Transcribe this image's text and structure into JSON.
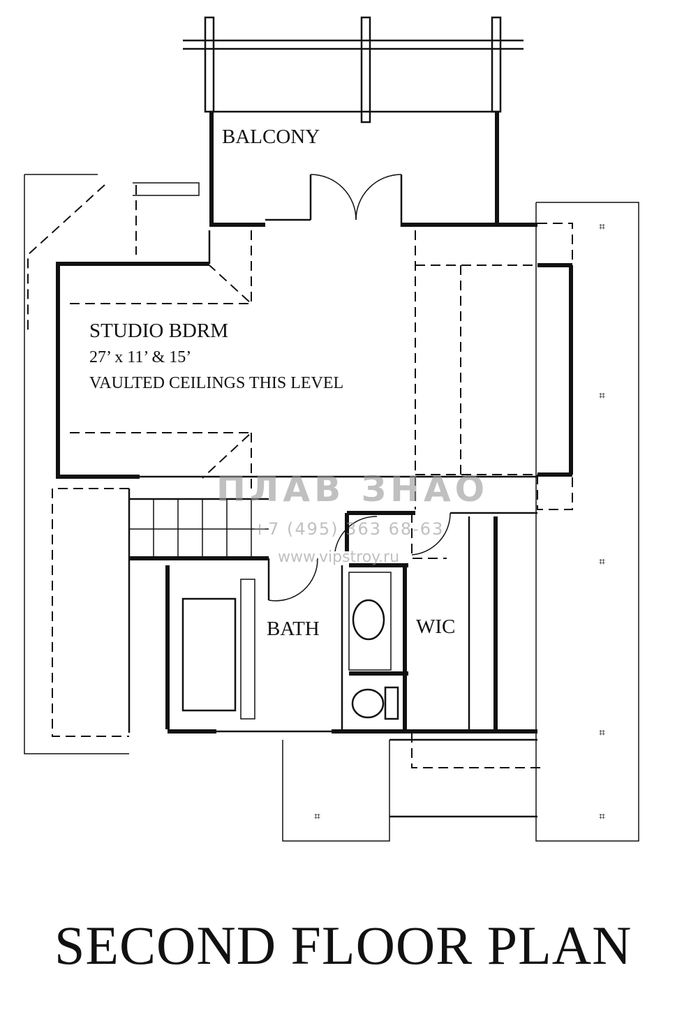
{
  "plan": {
    "title": "SECOND FLOOR PLAN",
    "rooms": {
      "balcony": "BALCONY",
      "studio": "STUDIO BDRM",
      "studio_dims": "27’ x 11’ & 15’",
      "studio_note": "VAULTED CEILINGS THIS LEVEL",
      "bath": "BATH",
      "wic": "WIC"
    }
  },
  "watermark": {
    "logo": "ПЛАВ ЗНАО",
    "phone": "+7 (495) 363 68-63",
    "url": "www.vipstroy.ru"
  }
}
